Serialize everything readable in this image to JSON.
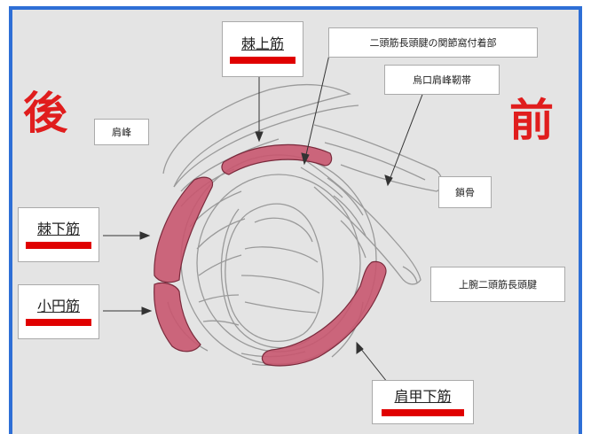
{
  "orientation": {
    "posterior": "後",
    "anterior": "前",
    "color": "#e01d1d"
  },
  "accent": {
    "muscle_fill": "#c8566f",
    "underline_bar": "#e00000",
    "frame_border": "#2e6fd6"
  },
  "labels": {
    "supraspinatus": "棘上筋",
    "infraspinatus": "棘下筋",
    "teres_minor": "小円筋",
    "subscapularis": "肩甲下筋",
    "acromion": "肩峰",
    "biceps_long_head_attachment": "二頭筋長頭腱の関節窩付着部",
    "coracoacromial_ligament": "烏口肩峰靭帯",
    "clavicle": "鎖骨",
    "biceps_long_head_tendon": "上腕二頭筋長頭腱"
  }
}
